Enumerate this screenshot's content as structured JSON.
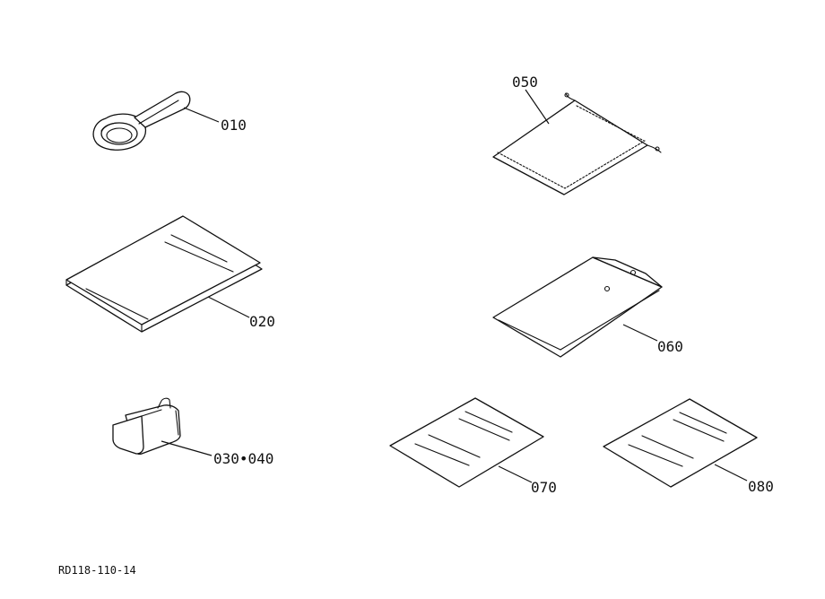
{
  "callouts": {
    "c010": "010",
    "c020": "020",
    "c030_040": "030•040",
    "c050": "050",
    "c060": "060",
    "c070": "070",
    "c080": "080"
  },
  "drawing_ref": "RD118-110-14"
}
